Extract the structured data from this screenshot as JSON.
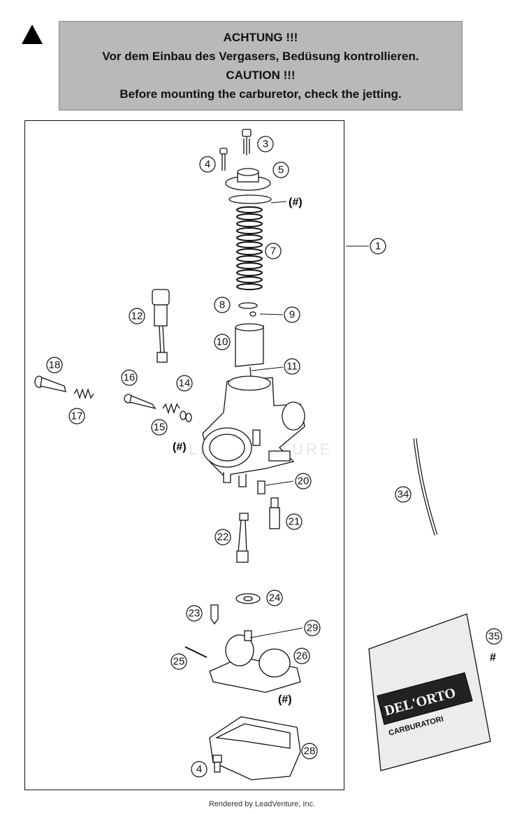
{
  "warning": {
    "line1": "ACHTUNG !!!",
    "line2": "Vor dem Einbau des Vergasers, Bedüsung kontrollieren.",
    "line3": "CAUTION !!!",
    "line4": "Before mounting the carburetor, check the jetting."
  },
  "callouts": [
    "1",
    "3",
    "4",
    "5",
    "7",
    "8",
    "9",
    "10",
    "11",
    "12",
    "14",
    "15",
    "16",
    "17",
    "18",
    "20",
    "21",
    "22",
    "23",
    "24",
    "25",
    "26",
    "28",
    "29",
    "34",
    "35",
    "4"
  ],
  "hash_marks": [
    "(#)",
    "(#)",
    "(#)",
    "#"
  ],
  "watermark": "LEADVENTURE",
  "package_label": {
    "brand": "DEL'ORTO",
    "subtitle": "CARBURATORI"
  },
  "footer": "Rendered by LeadVenture, Inc."
}
